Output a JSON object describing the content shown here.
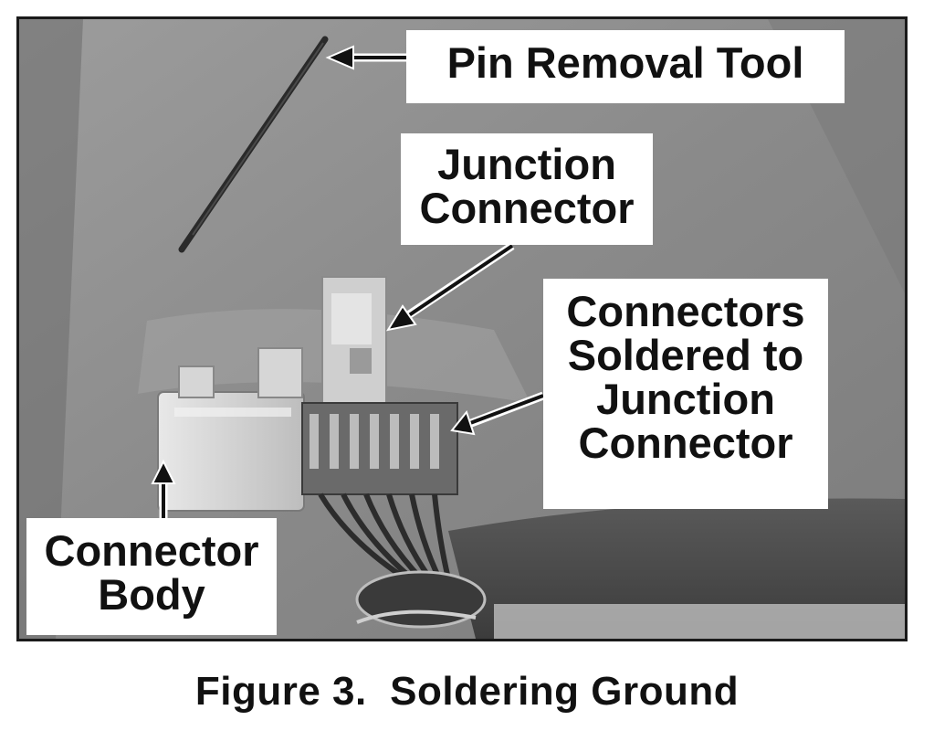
{
  "photo": {
    "description_icon": "connector-photo",
    "labels": {
      "pin_removal_tool": "Pin Removal Tool",
      "junction_connector": [
        "Junction",
        "Connector"
      ],
      "connectors_soldered": [
        "Connectors",
        "Soldered to",
        "Junction",
        "Connector"
      ],
      "connector_body": [
        "Connector",
        "Body"
      ]
    }
  },
  "caption": "Figure 3.  Soldering Ground",
  "colors": {
    "frame": "#1a1a1a",
    "label_background": "#ffffff",
    "text": "#111111"
  }
}
